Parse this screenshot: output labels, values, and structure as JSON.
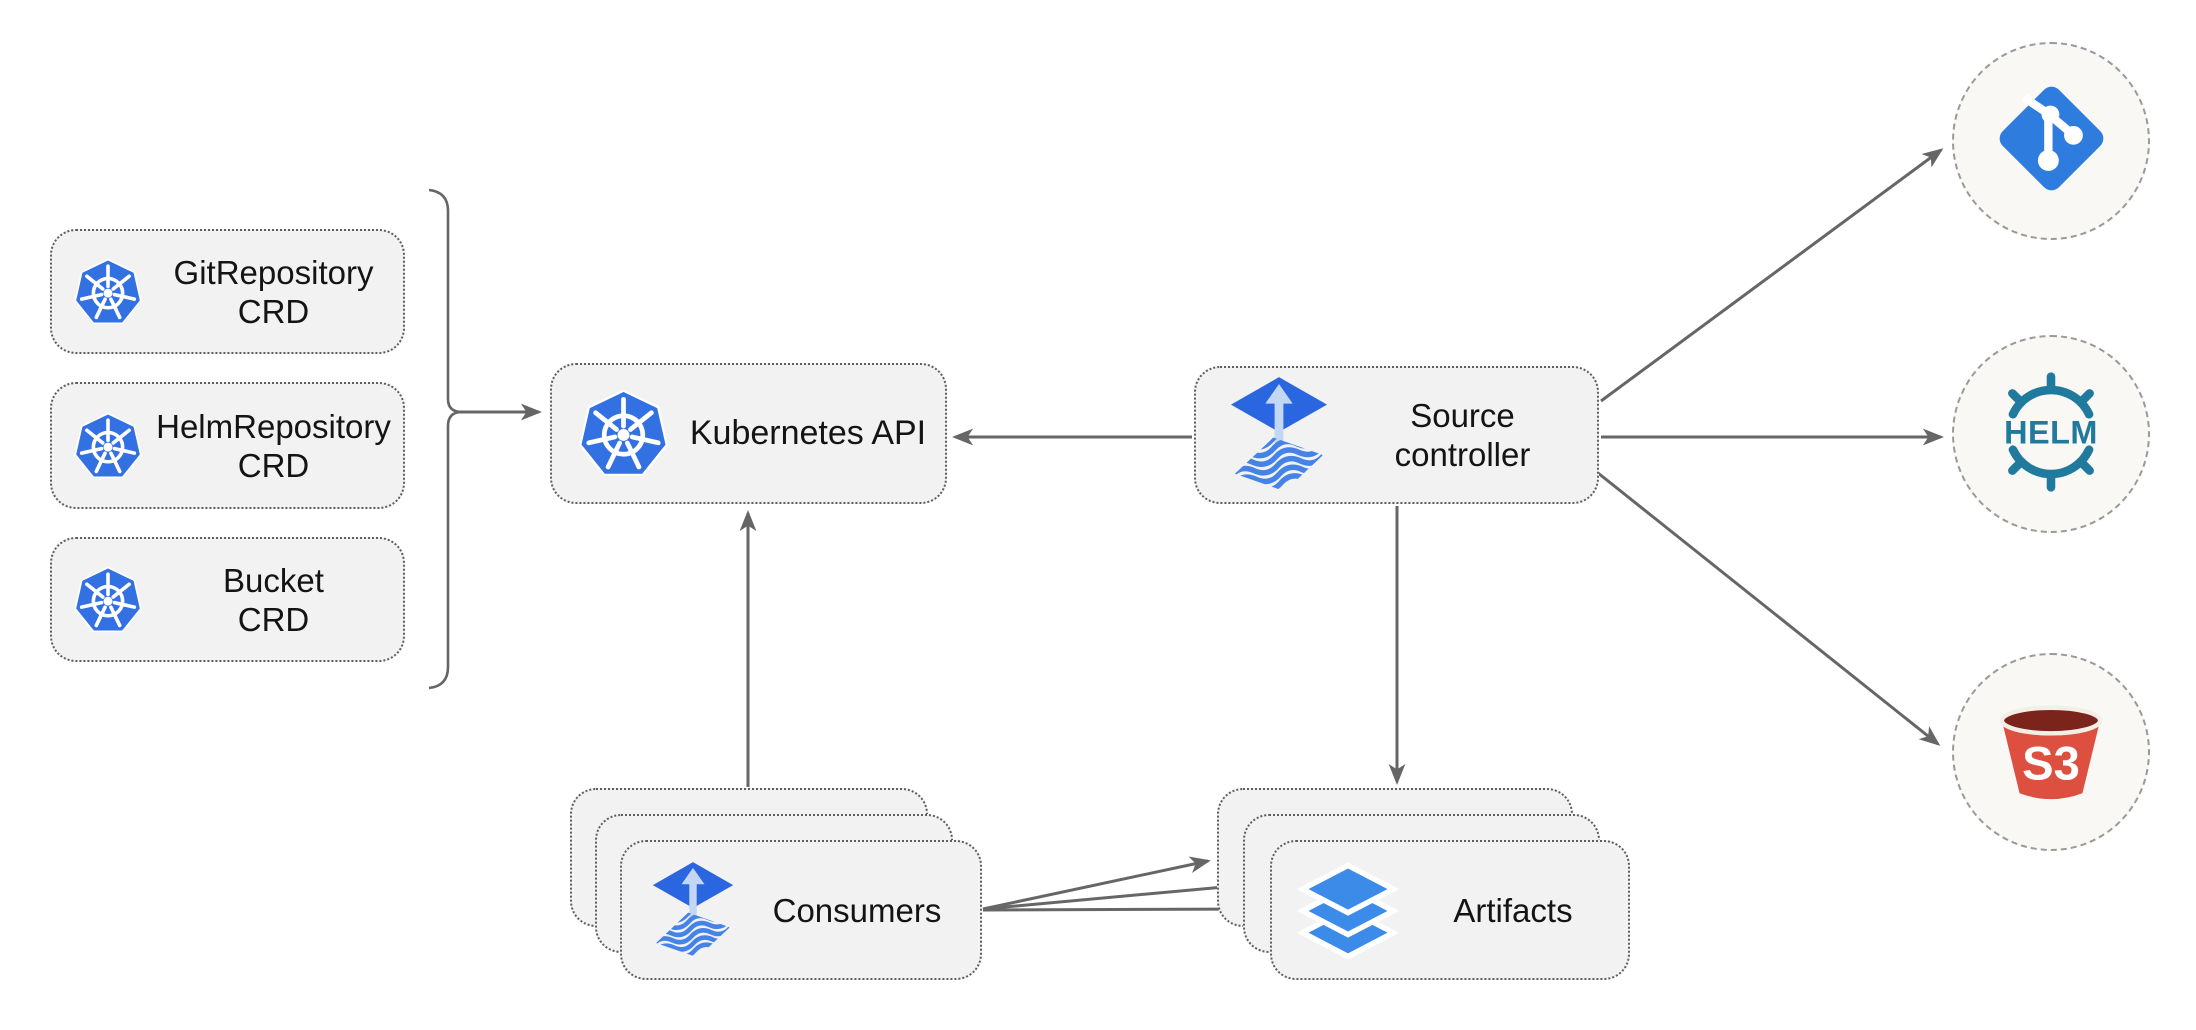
{
  "colors": {
    "canvas": "#ffffff",
    "node-fill": "#f2f2f2",
    "node-border": "#5e5e5e",
    "circle-fill": "#faf8f4",
    "circle-border": "#9a9a9a",
    "connector": "#666666",
    "label-text": "#141414",
    "k8s-blue": "#3371e3",
    "flux-blue": "#2a66df",
    "flux-arrow-light": "#c3d6f4",
    "flux-stripe": "#4583e8",
    "git-blue": "#2f7cdf",
    "helm-teal": "#1f7a9e",
    "s3-red": "#dd4f3e",
    "s3-dark": "#7b241c",
    "s3-rim": "#f3eee6",
    "layers-blue": "#3d8be8"
  },
  "nodes": {
    "crd_boxes": [
      {
        "line1": "GitRepository",
        "line2": "CRD"
      },
      {
        "line1": "HelmRepository",
        "line2": "CRD"
      },
      {
        "line1": "Bucket",
        "line2": "CRD"
      }
    ],
    "kubernetes_api": {
      "label": "Kubernetes API"
    },
    "source_controller": {
      "line1": "Source",
      "line2": "controller"
    },
    "consumers": {
      "label": "Consumers"
    },
    "artifacts": {
      "label": "Artifacts"
    },
    "helm_endpoint": {
      "logo_text": "HELM"
    },
    "s3_endpoint": {
      "logo_text": "S3"
    }
  }
}
